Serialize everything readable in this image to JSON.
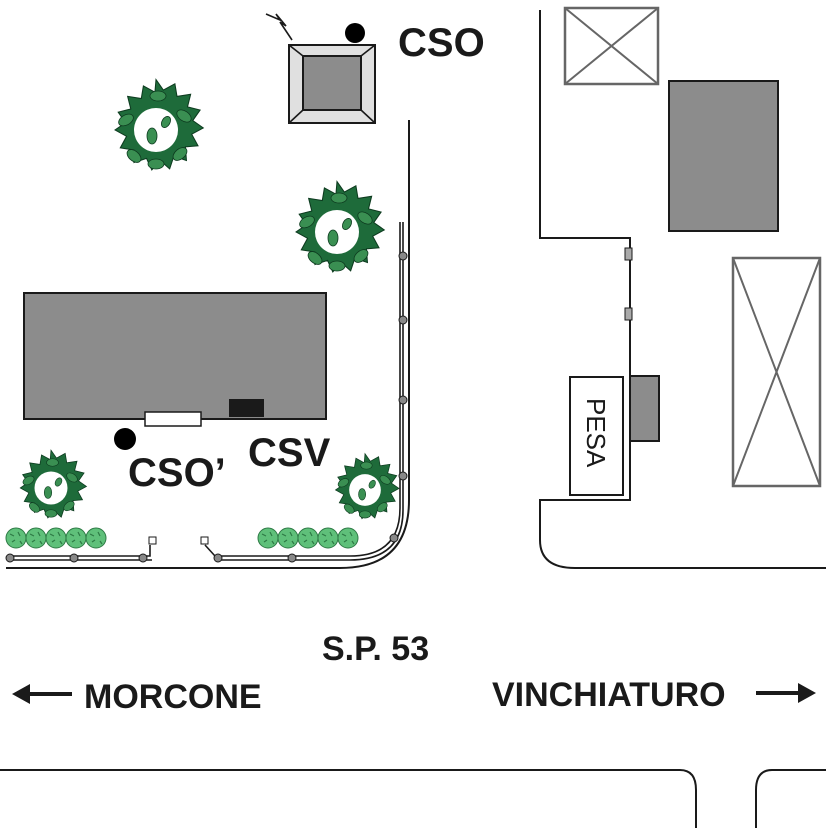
{
  "labels": {
    "cso_top": "CSO",
    "cso_prime": "CSO’",
    "csv": "CSV",
    "pesa": "PESA",
    "road_name": "S.P. 53",
    "dir_left": "MORCONE",
    "dir_right": "VINCHIATURO"
  },
  "colors": {
    "building": "#8c8c8c",
    "outline": "#1a1a1a",
    "tree_dark": "#1e6b3a",
    "tree_mid": "#3a8f52",
    "hedge": "#5fc07a",
    "crossed_box": "#666666"
  },
  "icons": {
    "tree": "tree-icon",
    "hedge": "hedge-icon",
    "station": "station-marker-icon",
    "antenna": "antenna-zigzag-icon",
    "arrow_left": "arrow-left-icon",
    "arrow_right": "arrow-right-icon"
  }
}
